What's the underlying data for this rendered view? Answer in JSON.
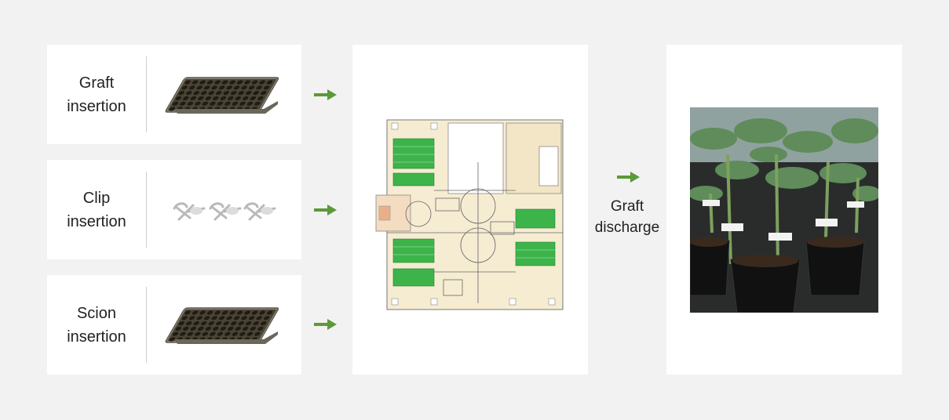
{
  "inputs": [
    {
      "line1": "Graft",
      "line2": "insertion",
      "image": "seedling-tray"
    },
    {
      "line1": "Clip",
      "line2": "insertion",
      "image": "grafting-clips"
    },
    {
      "line1": "Scion",
      "line2": "insertion",
      "image": "seedling-tray"
    }
  ],
  "machine": {
    "image": "grafting-machine-top-view"
  },
  "discharge": {
    "line1": "Graft",
    "line2": "discharge"
  },
  "result": {
    "image": "grafted-seedlings-in-pots"
  },
  "colors": {
    "arrow": "#5a9a3a",
    "tray": "#4a4434",
    "machine_bg": "#f6ecd2",
    "machine_green": "#3cb44a"
  }
}
